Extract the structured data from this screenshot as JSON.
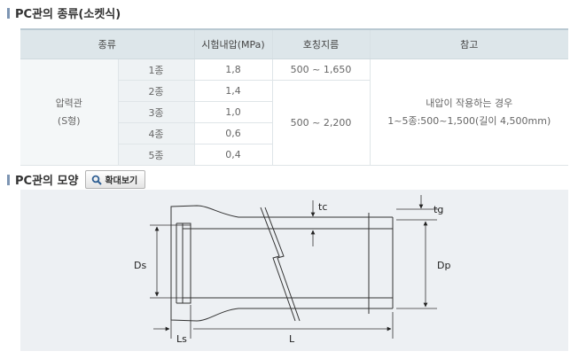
{
  "section1": {
    "title": "PC관의 종류(소켓식)"
  },
  "table": {
    "headers": [
      "종류",
      "시험내압(MPa)",
      "호칭지름",
      "참고"
    ],
    "group_name": "압력관",
    "group_sub": "(S형)",
    "rows": [
      {
        "class": "1종",
        "pressure": "1,8"
      },
      {
        "class": "2종",
        "pressure": "1,4"
      },
      {
        "class": "3종",
        "pressure": "1,0"
      },
      {
        "class": "4종",
        "pressure": "0,6"
      },
      {
        "class": "5종",
        "pressure": "0,4"
      }
    ],
    "diameter_1": "500 ~ 1,650",
    "diameter_2": "500 ~ 2,200",
    "note_1": "내압이 작용하는 경우",
    "note_2": "1~5종:500~1,500(길이 4,500mm)"
  },
  "section2": {
    "title": "PC관의 모양",
    "zoom_label": "확대보기"
  },
  "drawing": {
    "labels": {
      "tc": "tc",
      "tg": "tg",
      "ds": "Ds",
      "dp": "Dp",
      "ls": "Ls",
      "l": "L"
    }
  }
}
